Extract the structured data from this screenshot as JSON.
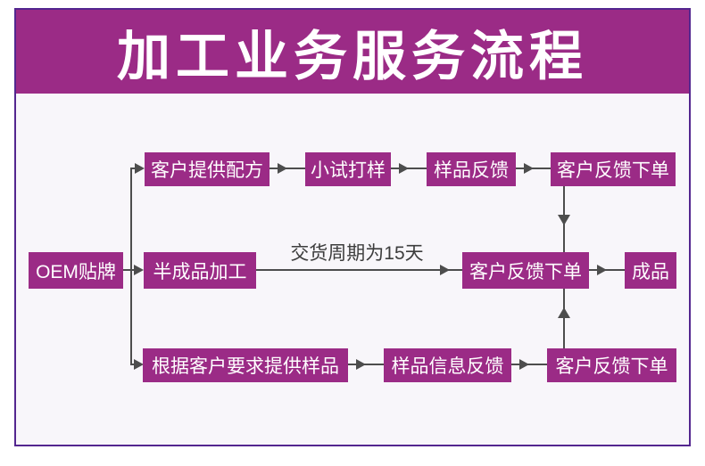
{
  "header": {
    "title": "加工业务服务流程"
  },
  "flow": {
    "source": {
      "label": "OEM贴牌"
    },
    "rows": {
      "top": [
        "客户提供配方",
        "小试打样",
        "样品反馈",
        "客户反馈下单"
      ],
      "middle": [
        "半成品加工",
        "客户反馈下单",
        "成品"
      ],
      "bottom": [
        "根据客户要求提供样品",
        "样品信息反馈",
        "客户反馈下单"
      ]
    },
    "middle_arrow_label": "交货周期为15天"
  },
  "colors": {
    "accent": "#9b2b86",
    "frame_border": "#53268f",
    "line": "#4d4d4d",
    "background": "#f8f6fa",
    "label_text": "#3d3d3d"
  }
}
